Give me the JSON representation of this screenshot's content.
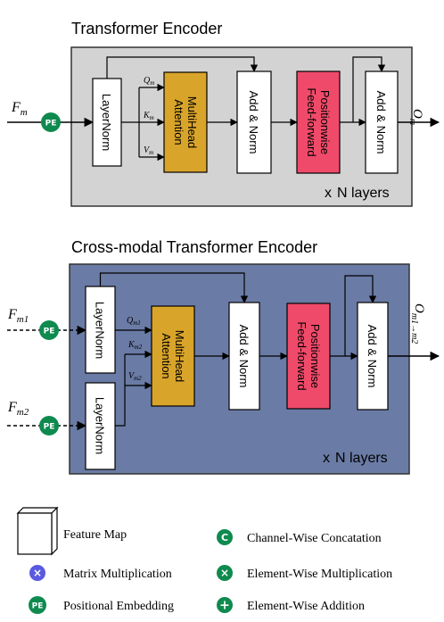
{
  "encoder": {
    "title": "Transformer Encoder",
    "input_label": "F",
    "input_sub": "m",
    "output_label": "O",
    "output_sub": "m",
    "pe": "PE",
    "layernorm": "LayerNorm",
    "q": "Q",
    "q_sub": "m",
    "k": "K",
    "k_sub": "m",
    "v": "V",
    "v_sub": "m",
    "attn_line1": "MultiHead",
    "attn_line2": "Attention",
    "addnorm": "Add & Norm",
    "ff_line1": "Positionwise",
    "ff_line2": "Feed-forward",
    "layers_x": "x",
    "layers_text": "N layers"
  },
  "cross": {
    "title": "Cross-modal Transformer Encoder",
    "input1_label": "F",
    "input1_sub": "m1",
    "input2_label": "F",
    "input2_sub": "m2",
    "output_label": "O",
    "output_sub": "m1→m2",
    "pe": "PE",
    "layernorm": "LayerNorm",
    "q": "Q",
    "q_sub": "m1",
    "k": "K",
    "k_sub": "m2",
    "v": "V",
    "v_sub": "m2",
    "attn_line1": "MultiHead",
    "attn_line2": "Attention",
    "addnorm": "Add & Norm",
    "ff_line1": "Positionwise",
    "ff_line2": "Feed-forward",
    "layers_x": "x",
    "layers_text": "N layers"
  },
  "legend": {
    "feature_map": "Feature Map",
    "matrix_mult": "Matrix Multiplication",
    "pos_emb": "Positional Embedding",
    "concat": "Channel-Wise Concatation",
    "elem_mult": "Element-Wise Multiplication",
    "elem_add": "Element-Wise Addition",
    "pe_icon": "PE",
    "concat_icon": "C",
    "elem_mult_icon": "×",
    "elem_add_icon": "+"
  },
  "colors": {
    "encoder_bg": "#d3d3d3",
    "cross_bg": "#6a7ba5",
    "attention": "#d9a42a",
    "feedforward": "#f04a6a",
    "pe_green": "#0f8a4f",
    "matrix_blue": "#5a5ae0"
  }
}
